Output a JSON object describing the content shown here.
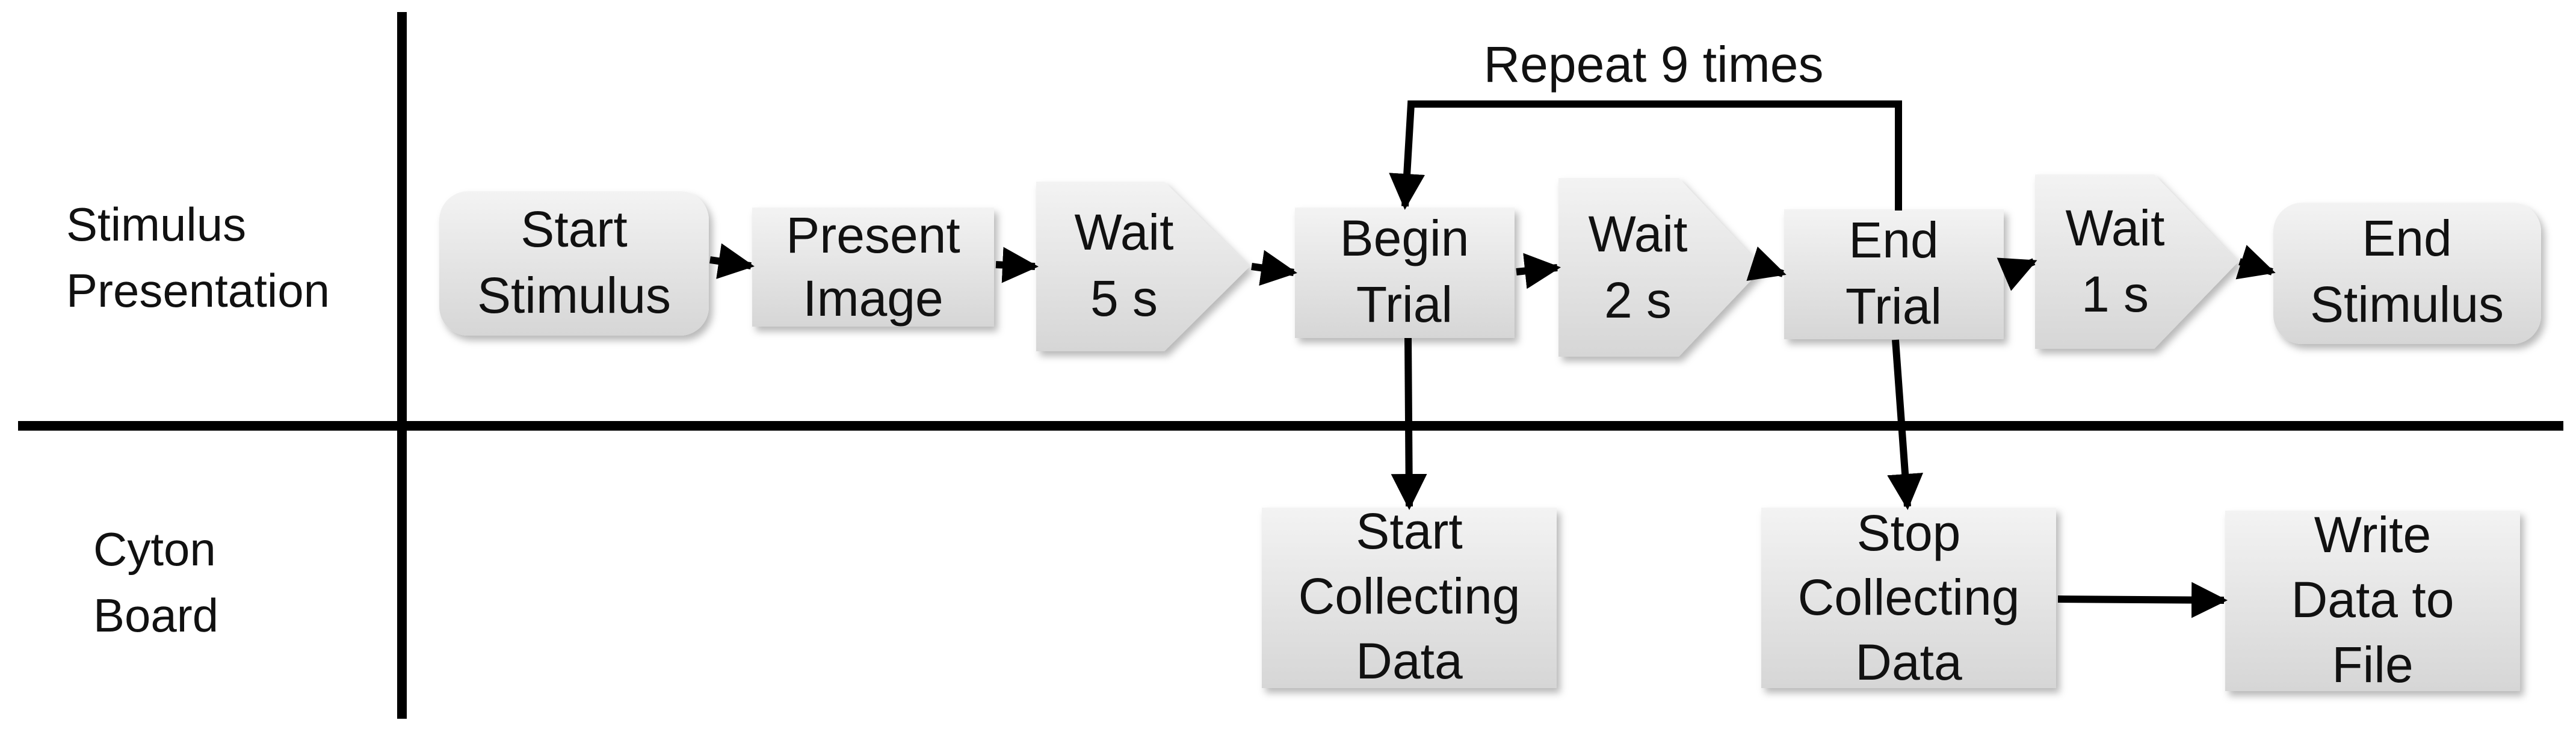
{
  "lanes": {
    "stimulus_line1": "Stimulus",
    "stimulus_line2": "Presentation",
    "cyton_line1": "Cyton",
    "cyton_line2": "Board"
  },
  "loop_label": "Repeat 9 times",
  "nodes": {
    "start_stimulus": [
      "Start",
      "Stimulus"
    ],
    "present_image": [
      "Present",
      "Image"
    ],
    "wait_5s": [
      "Wait",
      "5 s"
    ],
    "begin_trial": [
      "Begin",
      "Trial"
    ],
    "wait_2s": [
      "Wait",
      "2 s"
    ],
    "end_trial": [
      "End",
      "Trial"
    ],
    "wait_1s": [
      "Wait",
      "1 s"
    ],
    "end_stimulus": [
      "End",
      "Stimulus"
    ],
    "start_collecting": [
      "Start",
      "Collecting",
      "Data"
    ],
    "stop_collecting": [
      "Stop",
      "Collecting",
      "Data"
    ],
    "write_data": [
      "Write",
      "Data to",
      "File"
    ]
  },
  "colors": {
    "box_fill_light": "#f2f2f2",
    "box_fill_dark": "#d9d9d9",
    "line": "#000000"
  }
}
